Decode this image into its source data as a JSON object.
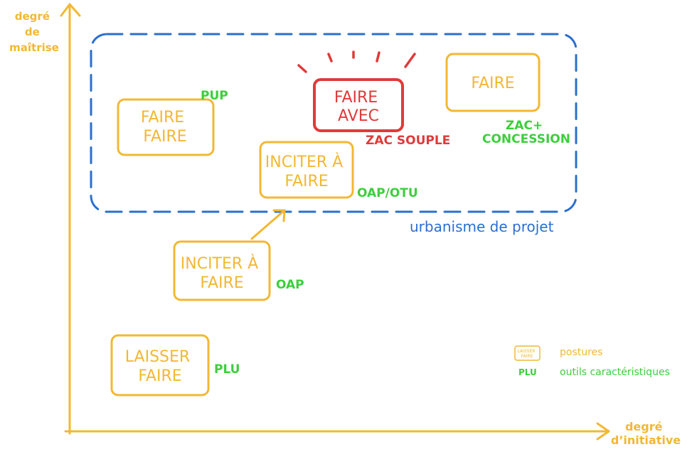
{
  "axes": {
    "y_label_lines": [
      "degré",
      "de",
      "maîtrise"
    ],
    "x_label_lines": [
      "degré",
      "d’initiative"
    ]
  },
  "zone": {
    "label": "urbanisme de projet",
    "color": "#2a6fcf"
  },
  "postures": [
    {
      "id": "laisser-faire",
      "lines": [
        "LAISSER",
        "FAIRE"
      ],
      "color": "#f2b833"
    },
    {
      "id": "inciter-a-faire-oap",
      "lines": [
        "INCITER À",
        "FAIRE"
      ],
      "color": "#f2b833"
    },
    {
      "id": "inciter-a-faire-oap-otu",
      "lines": [
        "INCITER À",
        "FAIRE"
      ],
      "color": "#f2b833"
    },
    {
      "id": "faire-faire",
      "lines": [
        "FAIRE",
        "FAIRE"
      ],
      "color": "#f2b833"
    },
    {
      "id": "faire-avec",
      "lines": [
        "FAIRE",
        "AVEC"
      ],
      "color": "#e03a3a"
    },
    {
      "id": "faire",
      "lines": [
        "FAIRE"
      ],
      "color": "#f2b833"
    }
  ],
  "tools": [
    {
      "id": "plu",
      "lines": [
        "PLU"
      ],
      "color": "#3ccf3c"
    },
    {
      "id": "oap",
      "lines": [
        "OAP"
      ],
      "color": "#3ccf3c"
    },
    {
      "id": "oap-otu",
      "lines": [
        "OAP/OTU"
      ],
      "color": "#3ccf3c"
    },
    {
      "id": "pup",
      "lines": [
        "PUP"
      ],
      "color": "#3ccf3c"
    },
    {
      "id": "zac-souple",
      "lines": [
        "ZAC SOUPLE"
      ],
      "color": "#e03a3a"
    },
    {
      "id": "zac-concession",
      "lines": [
        "ZAC+",
        "CONCESSION"
      ],
      "color": "#3ccf3c"
    }
  ],
  "legend": {
    "posture_sample_lines": [
      "LAISSER",
      "FAIRE"
    ],
    "posture_label": "postures",
    "tool_sample": "PLU",
    "tool_label": "outils caractéristiques"
  },
  "colors": {
    "axis": "#f2b833",
    "posture": "#f2b833",
    "highlight": "#e03a3a",
    "tool": "#3ccf3c",
    "zone": "#2a6fcf"
  }
}
